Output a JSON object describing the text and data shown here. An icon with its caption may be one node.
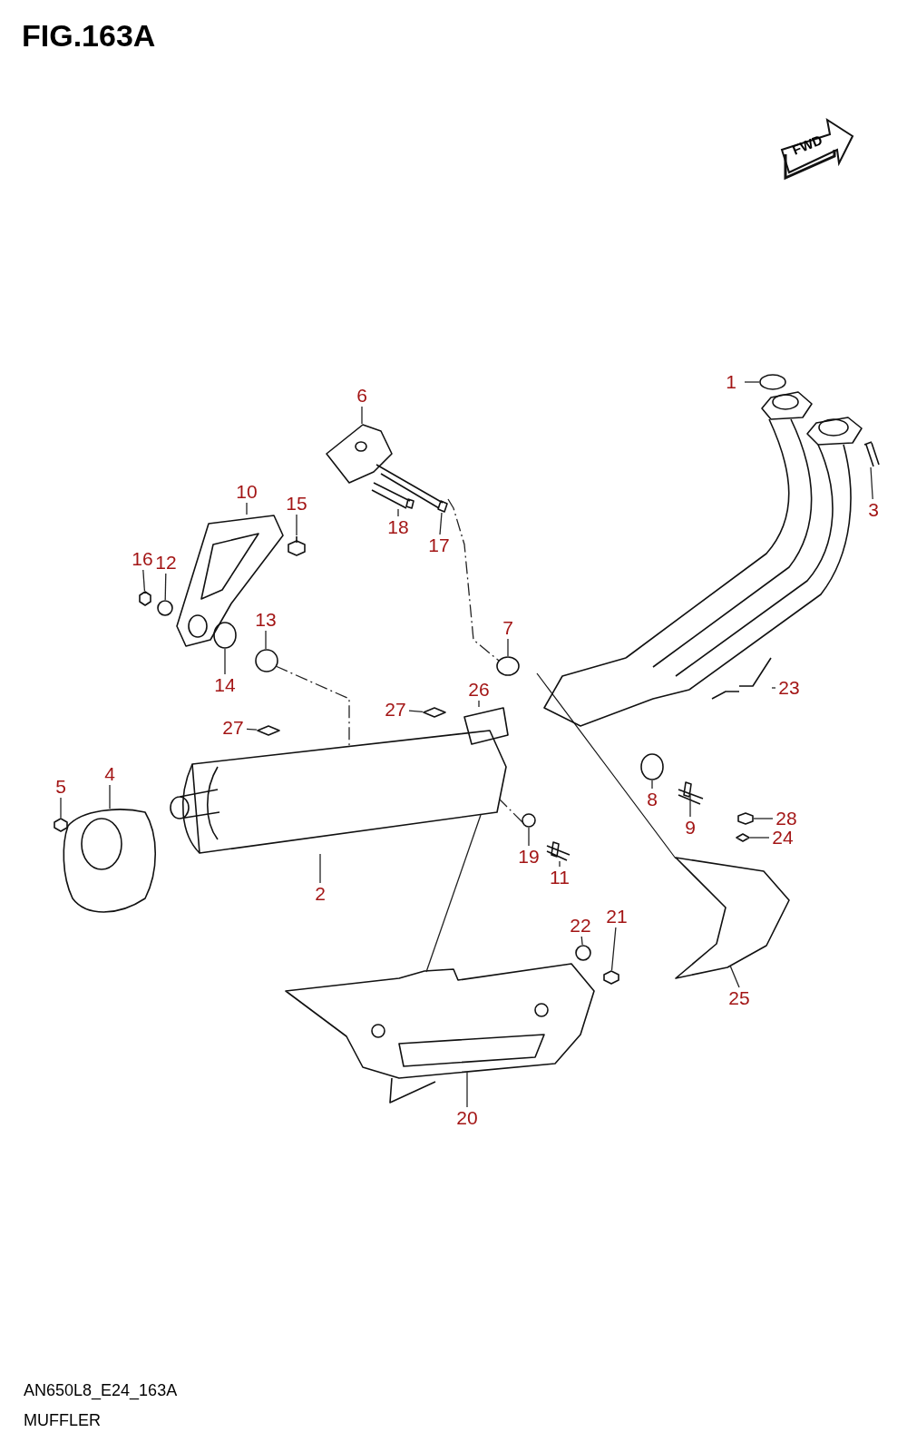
{
  "diagram": {
    "title": "FIG.163A",
    "nodes": [
      {
        "text": [
          "1"
        ]
      },
      {
        "text": [
          "6"
        ]
      },
      {
        "text": [
          "3"
        ]
      },
      {
        "text": [
          "10"
        ]
      },
      {
        "text": [
          "15"
        ]
      },
      {
        "text": [
          "16"
        ]
      },
      {
        "text": [
          "12"
        ]
      },
      {
        "text": [
          "18"
        ]
      },
      {
        "text": [
          "17"
        ]
      },
      {
        "text": [
          "13"
        ]
      },
      {
        "text": [
          "7"
        ]
      },
      {
        "text": [
          "14"
        ]
      },
      {
        "text": [
          "26"
        ]
      },
      {
        "text": [
          "23"
        ]
      },
      {
        "text": [
          "27"
        ]
      },
      {
        "text": [
          "27"
        ]
      },
      {
        "text": [
          "4"
        ]
      },
      {
        "text": [
          "5"
        ]
      },
      {
        "text": [
          "8"
        ]
      },
      {
        "text": [
          "9"
        ]
      },
      {
        "text": [
          "28"
        ]
      },
      {
        "text": [
          "24"
        ]
      },
      {
        "text": [
          "2"
        ]
      },
      {
        "text": [
          "19"
        ]
      },
      {
        "text": [
          "11"
        ]
      },
      {
        "text": [
          "22"
        ]
      },
      {
        "text": [
          "21"
        ]
      },
      {
        "text": [
          "25"
        ]
      },
      {
        "text": [
          "20"
        ]
      },
      {
        "text": [],
        "shape": "picture"
      },
      {
        "text": [],
        "shape": "picture"
      },
      {
        "text": [],
        "shape": "picture"
      },
      {
        "text": [],
        "shape": "picture"
      },
      {
        "text": [],
        "shape": "picture"
      },
      {
        "text": [],
        "shape": "picture"
      },
      {
        "text": [],
        "shape": "picture"
      },
      {
        "text": [],
        "shape": "picture"
      },
      {
        "text": [],
        "shape": "picture"
      },
      {
        "text": [],
        "shape": "picture"
      },
      {
        "text": [],
        "shape": "picture"
      },
      {
        "text": [],
        "shape": "picture"
      },
      {
        "text": [],
        "shape": "picture"
      },
      {
        "text": [],
        "shape": "picture"
      },
      {
        "text": [],
        "shape": "picture"
      },
      {
        "text": [],
        "shape": "picture"
      },
      {
        "text": [],
        "shape": "picture"
      },
      {
        "text": [],
        "shape": "picture"
      },
      {
        "text": [],
        "shape": "picture"
      },
      {
        "text": [],
        "shape": "picture"
      },
      {
        "text": [],
        "shape": "picture"
      },
      {
        "text": [],
        "shape": "picture"
      },
      {
        "text": [],
        "shape": "picture"
      },
      {
        "text": [],
        "shape": "picture"
      },
      {
        "text": [],
        "shape": "picture"
      },
      {
        "text": [],
        "shape": "picture"
      },
      {
        "text": [],
        "shape": "picture"
      },
      {
        "text": [],
        "shape": "picture"
      },
      {
        "text": [],
        "shape": "picture"
      }
    ],
    "edges": [
      {
        "from": 0,
        "to": 29,
        "arrow": "none"
      },
      {
        "from": 1,
        "to": 30,
        "arrow": "none"
      },
      {
        "from": 2,
        "to": 31,
        "arrow": "none"
      },
      {
        "from": 3,
        "to": 32,
        "arrow": "none"
      },
      {
        "from": 4,
        "to": 33,
        "arrow": "none"
      },
      {
        "from": 5,
        "to": 34,
        "arrow": "none"
      },
      {
        "from": 6,
        "to": 35,
        "arrow": "none"
      },
      {
        "from": 7,
        "to": 36,
        "arrow": "none"
      },
      {
        "from": 8,
        "to": 37,
        "arrow": "none"
      },
      {
        "from": 9,
        "to": 38,
        "arrow": "none"
      },
      {
        "from": 10,
        "to": 39,
        "arrow": "none"
      },
      {
        "from": 11,
        "to": 40,
        "arrow": "none"
      },
      {
        "from": 12,
        "to": 41,
        "arrow": "none"
      },
      {
        "from": 13,
        "to": 42,
        "arrow": "none"
      },
      {
        "from": 14,
        "to": 43,
        "arrow": "none"
      },
      {
        "from": 15,
        "to": 44,
        "arrow": "none"
      },
      {
        "from": 16,
        "to": 45,
        "arrow": "none"
      },
      {
        "from": 17,
        "to": 46,
        "arrow": "none"
      },
      {
        "from": 18,
        "to": 47,
        "arrow": "none"
      },
      {
        "from": 19,
        "to": 48,
        "arrow": "none"
      },
      {
        "from": 20,
        "to": 49,
        "arrow": "none"
      },
      {
        "from": 21,
        "to": 50,
        "arrow": "none"
      },
      {
        "from": 22,
        "to": 51,
        "arrow": "none"
      },
      {
        "from": 23,
        "to": 52,
        "arrow": "none"
      },
      {
        "from": 24,
        "to": 53,
        "arrow": "none"
      },
      {
        "from": 25,
        "to": 54,
        "arrow": "none"
      },
      {
        "from": 26,
        "to": 55,
        "arrow": "none"
      },
      {
        "from": 27,
        "to": 56,
        "arrow": "none"
      },
      {
        "from": 28,
        "to": 57,
        "arrow": "none"
      },
      {
        "from": 37,
        "to": 39,
        "arrow": "none",
        "style": "dashed"
      },
      {
        "from": 38,
        "to": 51,
        "arrow": "none",
        "style": "dashed"
      },
      {
        "from": 52,
        "to": 51,
        "arrow": "none",
        "style": "dashed"
      },
      {
        "from": 51,
        "to": 57,
        "arrow": "none"
      }
    ],
    "labels": [
      "FWD",
      "AN650L8_E24_163A",
      "MUFFLER"
    ]
  }
}
